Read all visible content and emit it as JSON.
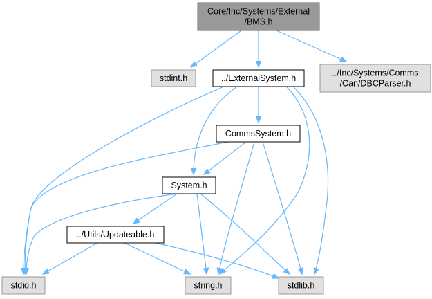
{
  "colors": {
    "edge": "#63b8ff",
    "root_fill": "#999999",
    "root_stroke": "#666666",
    "internal_fill": "#ffffff",
    "internal_stroke": "#000000",
    "external_fill": "#e0e0e0",
    "external_stroke": "#999999"
  },
  "nodes": {
    "bms_h": {
      "lines": [
        "Core/Inc/Systems/External",
        "/BMS.h"
      ],
      "kind": "root"
    },
    "stdint_h": {
      "lines": [
        "stdint.h"
      ],
      "kind": "external"
    },
    "external_system_h": {
      "lines": [
        "../ExternalSystem.h"
      ],
      "kind": "internal"
    },
    "dbcparser_h": {
      "lines": [
        "../Inc/Systems/Comms",
        "/Can/DBCParser.h"
      ],
      "kind": "external"
    },
    "comms_system_h": {
      "lines": [
        "CommsSystem.h"
      ],
      "kind": "internal"
    },
    "system_h": {
      "lines": [
        "System.h"
      ],
      "kind": "internal"
    },
    "updateable_h": {
      "lines": [
        "../Utils/Updateable.h"
      ],
      "kind": "internal"
    },
    "stdio_h": {
      "lines": [
        "stdio.h"
      ],
      "kind": "external"
    },
    "string_h": {
      "lines": [
        "string.h"
      ],
      "kind": "external"
    },
    "stdlib_h": {
      "lines": [
        "stdlib.h"
      ],
      "kind": "external"
    }
  },
  "edges": [
    {
      "from": "bms_h",
      "to": "stdint_h"
    },
    {
      "from": "bms_h",
      "to": "external_system_h"
    },
    {
      "from": "bms_h",
      "to": "dbcparser_h"
    },
    {
      "from": "external_system_h",
      "to": "stdio_h"
    },
    {
      "from": "external_system_h",
      "to": "system_h"
    },
    {
      "from": "external_system_h",
      "to": "comms_system_h"
    },
    {
      "from": "external_system_h",
      "to": "string_h"
    },
    {
      "from": "external_system_h",
      "to": "stdlib_h"
    },
    {
      "from": "comms_system_h",
      "to": "stdio_h"
    },
    {
      "from": "comms_system_h",
      "to": "system_h"
    },
    {
      "from": "comms_system_h",
      "to": "string_h"
    },
    {
      "from": "comms_system_h",
      "to": "stdlib_h"
    },
    {
      "from": "system_h",
      "to": "stdio_h"
    },
    {
      "from": "system_h",
      "to": "updateable_h"
    },
    {
      "from": "system_h",
      "to": "string_h"
    },
    {
      "from": "system_h",
      "to": "stdlib_h"
    },
    {
      "from": "updateable_h",
      "to": "stdio_h"
    },
    {
      "from": "updateable_h",
      "to": "string_h"
    },
    {
      "from": "updateable_h",
      "to": "stdlib_h"
    }
  ]
}
